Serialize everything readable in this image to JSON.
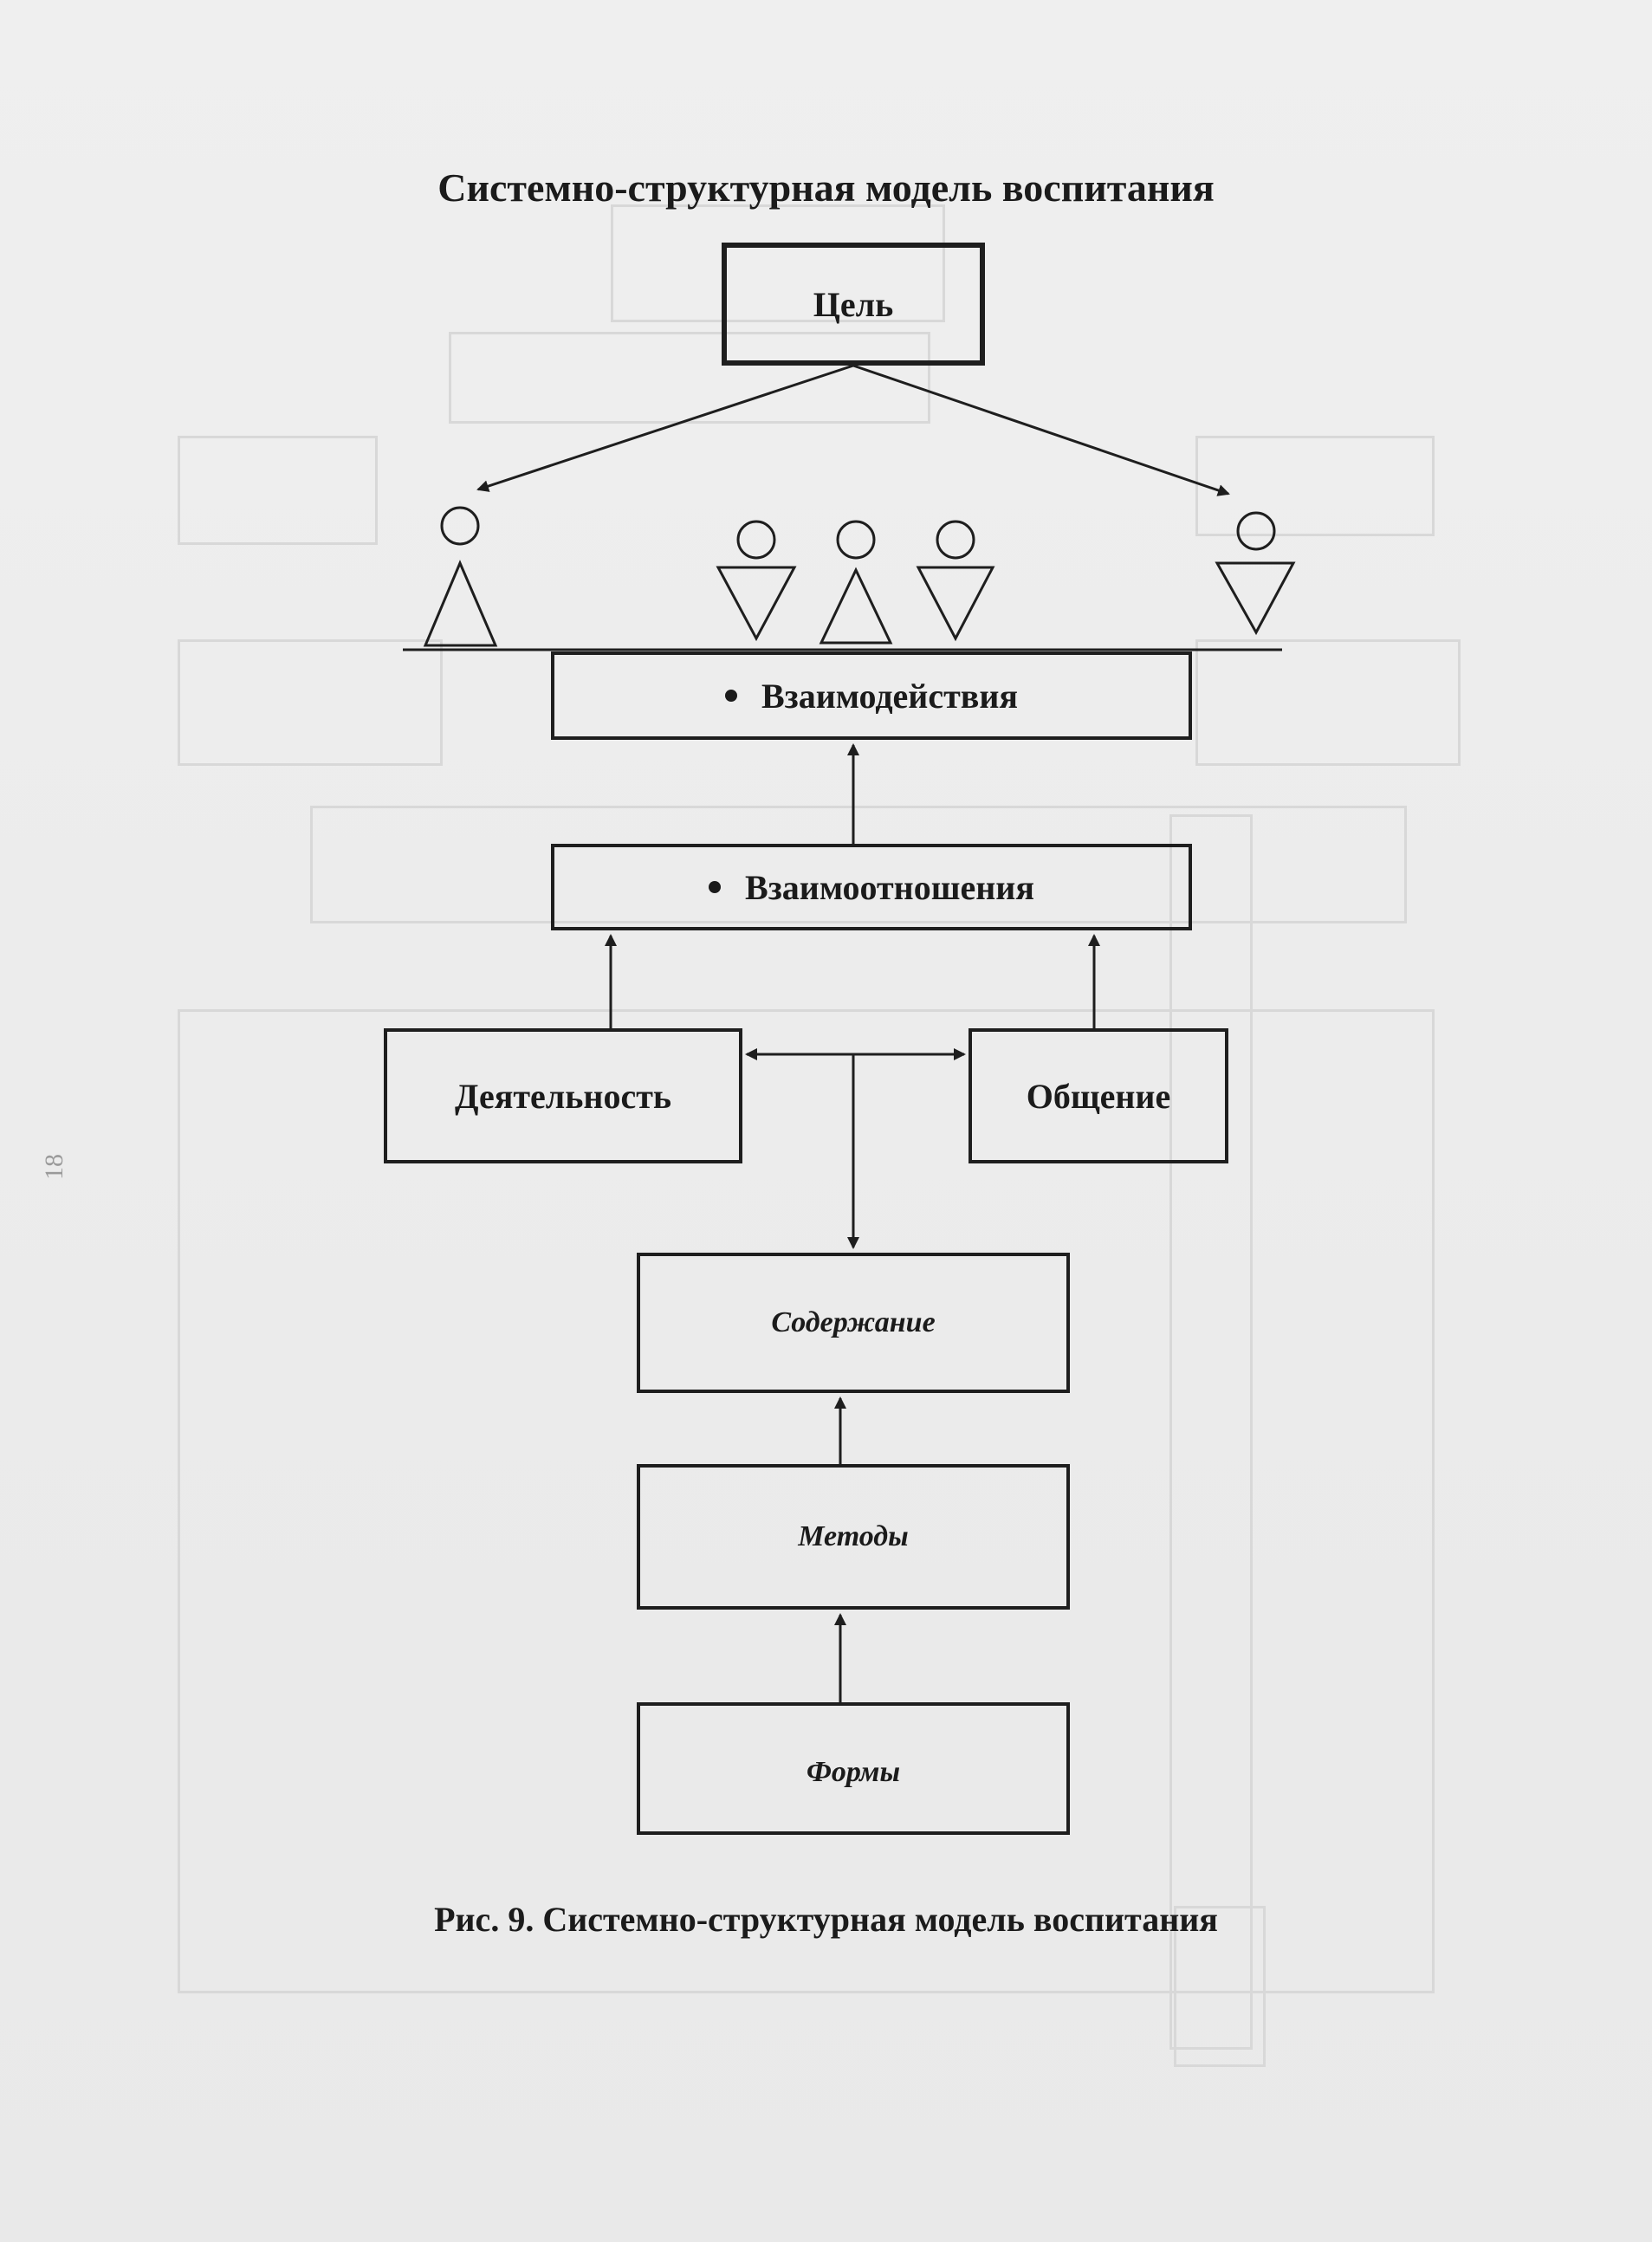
{
  "title": "Системно-структурная модель воспитания",
  "caption": "Рис. 9. Системно-структурная модель воспитания",
  "page_number": "18",
  "nodes": {
    "goal": "Цель",
    "interactions": "Взаимодействия",
    "relations": "Взаимоотношения",
    "activity": "Деятельность",
    "communication": "Общение",
    "content": "Содержание",
    "methods": "Методы",
    "forms": "Формы"
  },
  "colors": {
    "ink": "#1e1e1e",
    "paper": "#eeeeee"
  }
}
